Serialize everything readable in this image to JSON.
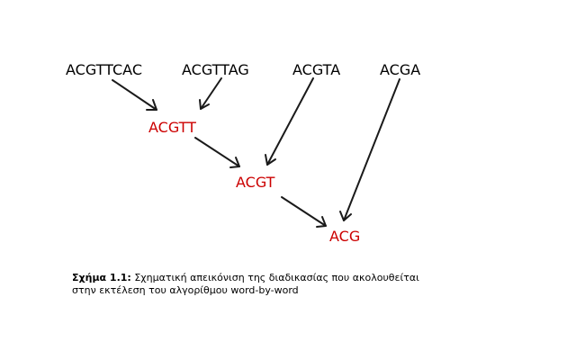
{
  "sequences": {
    "input_1": "ACGTTCAC",
    "input_2": "ACGTTAG",
    "input_3": "ACGTA",
    "input_4": "ACGA",
    "prefix_1": "ACGTT",
    "prefix_2": "ACGT",
    "prefix_3": "ACG"
  },
  "colors": {
    "input_text": "#000000",
    "derived_text": "#cc0000",
    "arrow": "#1a1a1a"
  },
  "arrows": [
    {
      "from": "input_1",
      "to": "prefix_1"
    },
    {
      "from": "input_2",
      "to": "prefix_1"
    },
    {
      "from": "prefix_1",
      "to": "prefix_2"
    },
    {
      "from": "input_3",
      "to": "prefix_2"
    },
    {
      "from": "prefix_2",
      "to": "prefix_3"
    },
    {
      "from": "input_4",
      "to": "prefix_3"
    }
  ],
  "caption": {
    "label": "Σχήμα 1.1:",
    "line_1": "Σχηματική απεικόνιση της διαδικασίας που ακολουθείται",
    "line_2": "στην εκτέλεση του αλγορίθμου word-by-word"
  }
}
